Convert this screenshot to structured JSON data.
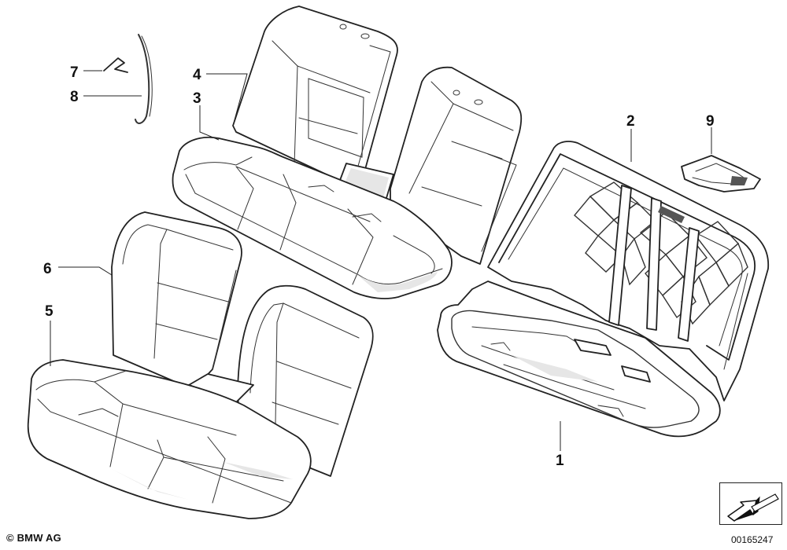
{
  "diagram": {
    "callouts": [
      {
        "id": "1",
        "label": "1"
      },
      {
        "id": "2",
        "label": "2"
      },
      {
        "id": "3",
        "label": "3"
      },
      {
        "id": "4",
        "label": "4"
      },
      {
        "id": "5",
        "label": "5"
      },
      {
        "id": "6",
        "label": "6"
      },
      {
        "id": "7",
        "label": "7"
      },
      {
        "id": "8",
        "label": "8"
      },
      {
        "id": "9",
        "label": "9"
      }
    ]
  },
  "footer": {
    "copyright": "© BMW AG",
    "reference_number": "00165247"
  },
  "navigation": {
    "icon": "arrow-icon"
  }
}
